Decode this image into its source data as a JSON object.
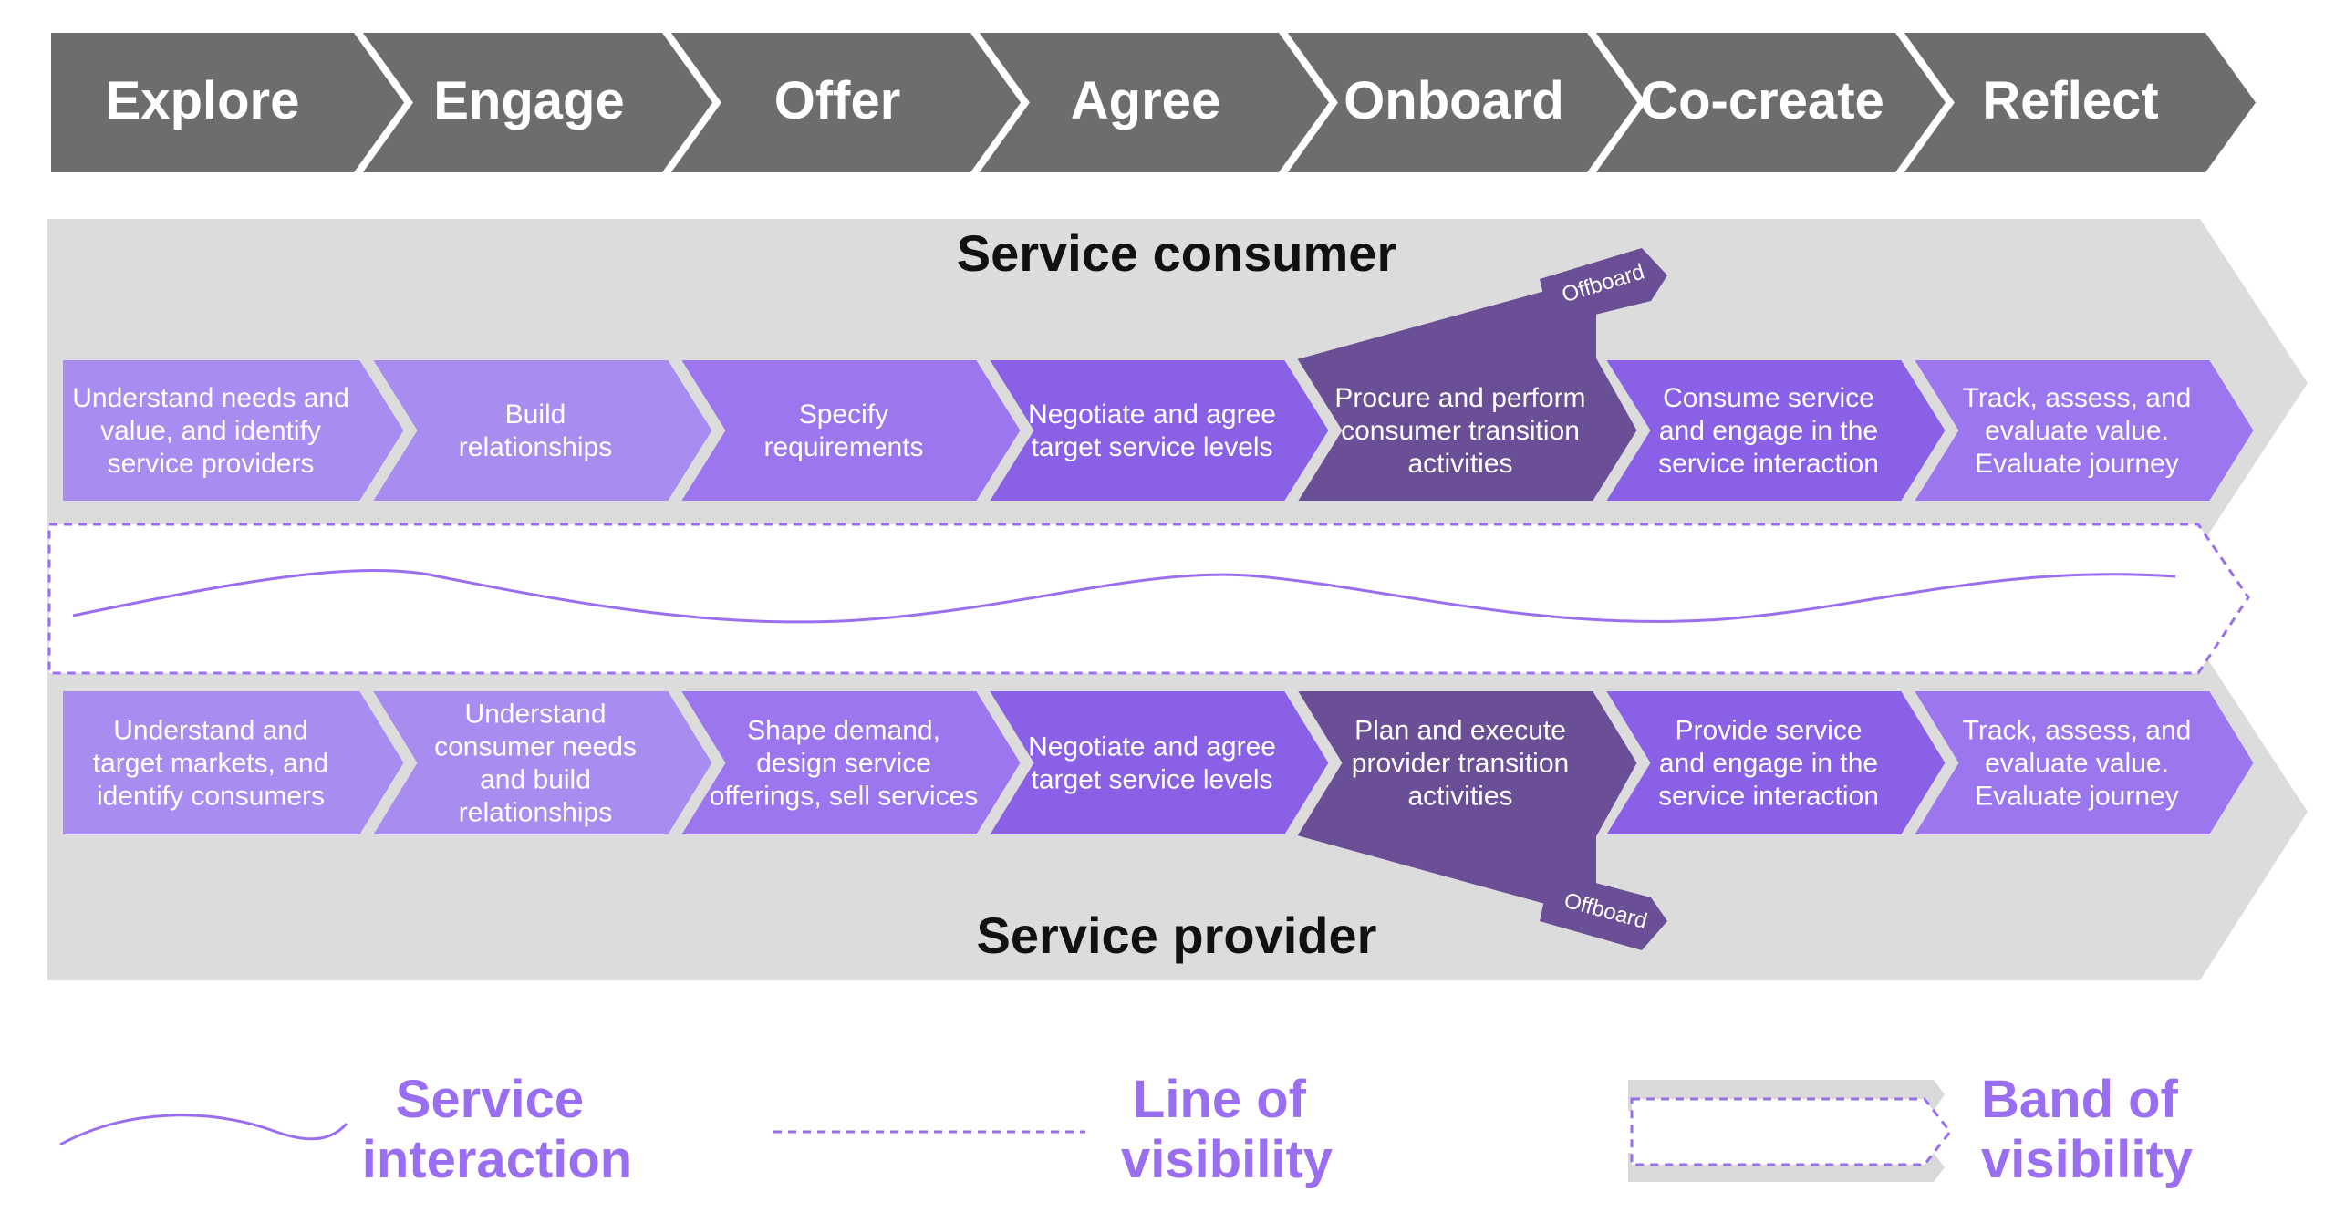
{
  "phases": [
    "Explore",
    "Engage",
    "Offer",
    "Agree",
    "Onboard",
    "Co-create",
    "Reflect"
  ],
  "consumer": {
    "title": "Service consumer",
    "steps": [
      [
        "Understand needs and",
        "value, and identify",
        "service providers"
      ],
      [
        "Build",
        "relationships"
      ],
      [
        "Specify",
        "requirements"
      ],
      [
        "Negotiate and agree",
        "target service levels"
      ],
      [
        "Procure and perform",
        "consumer transition",
        "activities"
      ],
      [
        "Consume service",
        "and engage in the",
        "service interaction"
      ],
      [
        "Track, assess, and",
        "evaluate value.",
        "Evaluate journey"
      ]
    ],
    "offboard": "Offboard"
  },
  "provider": {
    "title": "Service provider",
    "steps": [
      [
        "Understand and",
        "target markets, and",
        "identify consumers"
      ],
      [
        "Understand",
        "consumer needs",
        "and build",
        "relationships"
      ],
      [
        "Shape demand,",
        "design service",
        "offerings, sell services"
      ],
      [
        "Negotiate and agree",
        "target service levels"
      ],
      [
        "Plan and execute",
        "provider transition",
        "activities"
      ],
      [
        "Provide service",
        "and engage in the",
        "service interaction"
      ],
      [
        "Track, assess, and",
        "evaluate value.",
        "Evaluate journey"
      ]
    ],
    "offboard": "Offboard"
  },
  "legend": {
    "service_interaction": [
      "Service",
      "interaction"
    ],
    "line_of_visibility": [
      "Line of",
      "visibility"
    ],
    "band_of_visibility": [
      "Band of",
      "visibility"
    ]
  },
  "colors": {
    "phase_fill": "#6d6d6d",
    "band_fill": "#dcdcdc",
    "step_light": "#a88cf0",
    "step_mid": "#9b76ef",
    "step_strong": "#8a60e6",
    "step_dark": "#6a4e96",
    "accent": "#9a6ef0"
  }
}
